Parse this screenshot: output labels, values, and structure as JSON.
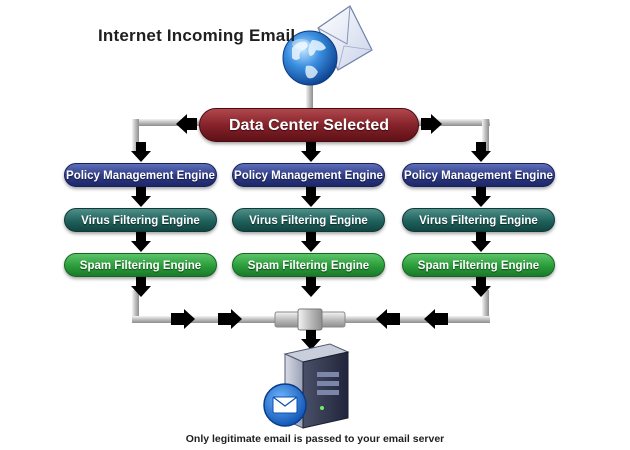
{
  "title": "Internet Incoming Email",
  "hub": {
    "label": "Data Center Selected"
  },
  "columns": [
    {
      "policy": "Policy Management Engine",
      "virus": "Virus Filtering Engine",
      "spam": "Spam Filtering Engine"
    },
    {
      "policy": "Policy Management Engine",
      "virus": "Virus Filtering Engine",
      "spam": "Spam Filtering Engine"
    },
    {
      "policy": "Policy Management Engine",
      "virus": "Virus Filtering Engine",
      "spam": "Spam Filtering Engine"
    }
  ],
  "caption": "Only legitimate email is passed to your email server",
  "icons": [
    "globe-icon",
    "envelope-icon",
    "server-icon",
    "mail-badge-icon"
  ],
  "colors": {
    "hub": "#86222a",
    "policy": "#2d3a86",
    "virus": "#1f615c",
    "spam": "#2a9c3a",
    "pipe": "#c8c8c8",
    "arrow": "#000000"
  }
}
